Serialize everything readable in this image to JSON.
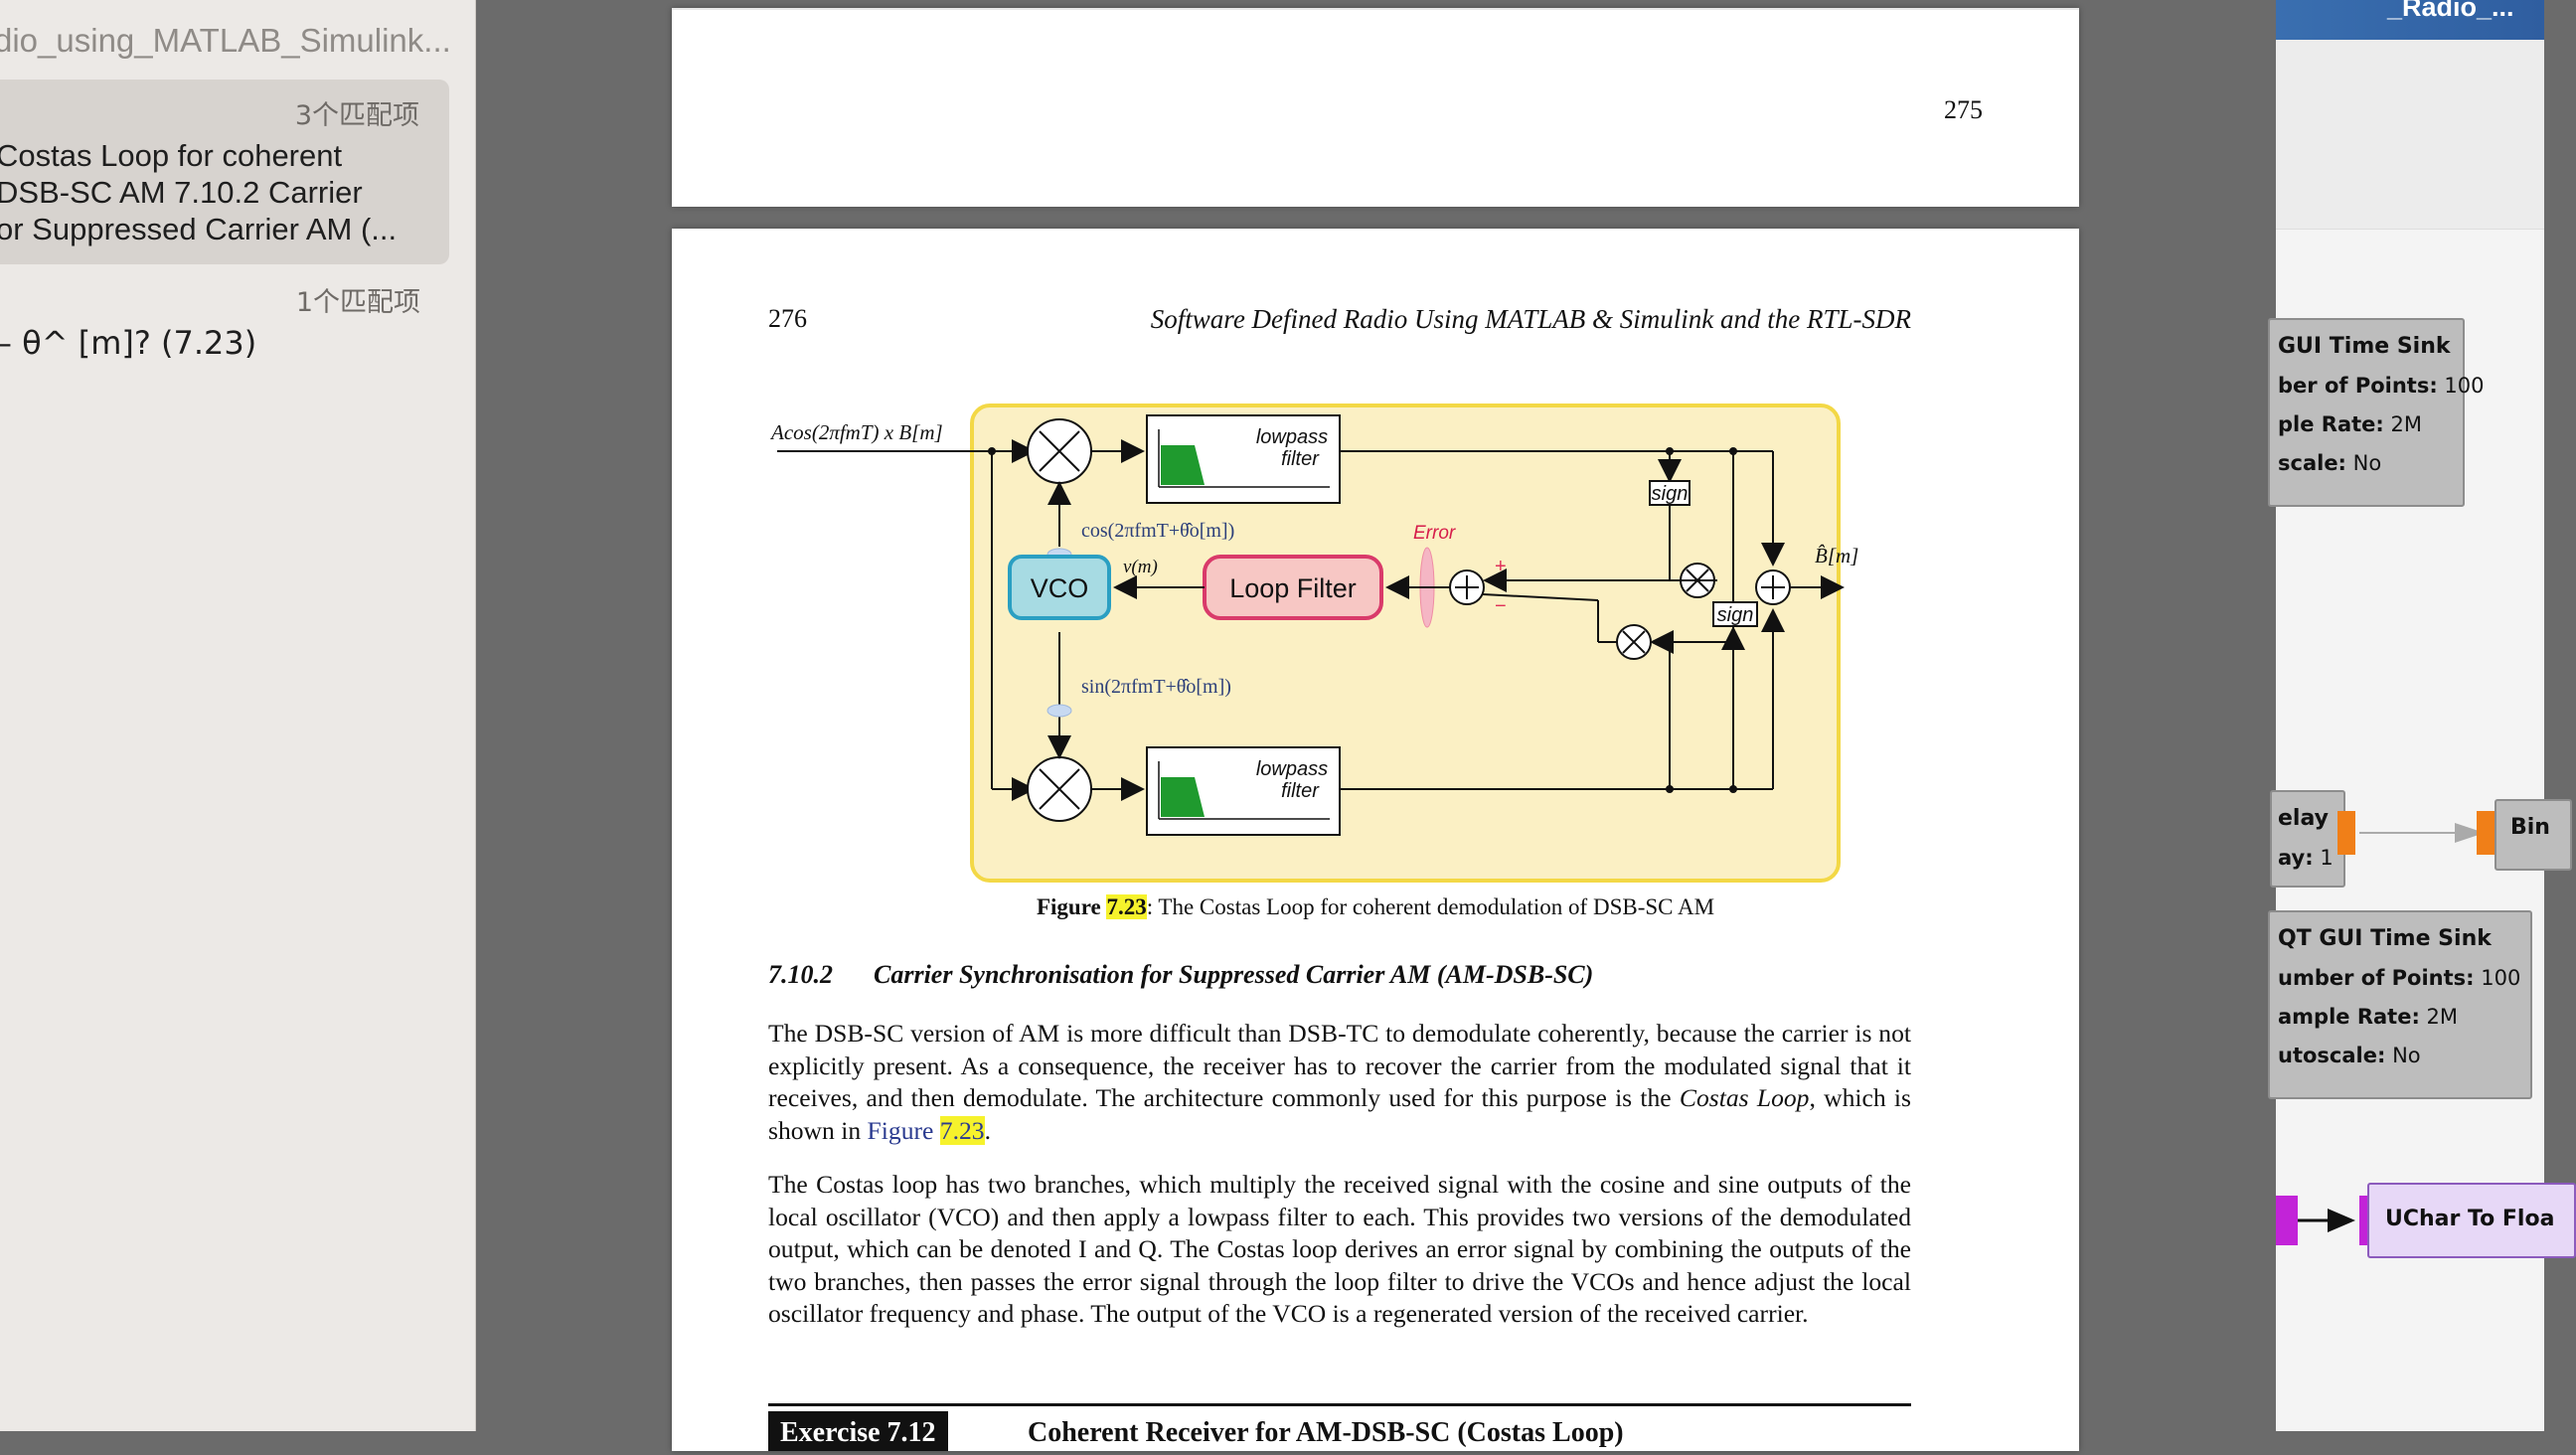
{
  "sidebar": {
    "title": "dio_using_MATLAB_Simulink...",
    "results": [
      {
        "count": "3个匹配项",
        "text": "Costas Loop for coherent\nDSB-SC AM 7.10.2 Carrier\nor Suppressed Carrier AM (..."
      },
      {
        "count": "1个匹配项",
        "text": "– θ^ [m]? (7.23)"
      }
    ]
  },
  "pdf": {
    "page1_number": "275",
    "page2_number": "276",
    "running_header": "Software Defined Radio Using MATLAB & Simulink and the RTL-SDR",
    "figure": {
      "input_label": "Acos(2πfmT) x B[m]",
      "output_label": "B̂[m]",
      "lowpass_label": "lowpass",
      "filter_label": "filter",
      "vco": "VCO",
      "loop_filter": "Loop Filter",
      "vm": "v(m)",
      "cos_label": "cos(2πfmT+θ̂o[m])",
      "sin_label": "sin(2πfmT+θ̂o[m])",
      "error": "Error",
      "sign": "sign",
      "plus": "+",
      "minus": "−"
    },
    "caption": {
      "prefix": "Figure ",
      "number": "7.23",
      "text": ": The Costas Loop for coherent demodulation of DSB-SC AM"
    },
    "section": {
      "number": "7.10.2",
      "title": "Carrier Synchronisation for Suppressed Carrier AM (AM-DSB-SC)"
    },
    "paragraph1": {
      "before": "The DSB-SC version of AM is more difficult than DSB-TC to demodulate coherently, because the carrier is not explicitly present. As a consequence, the receiver has to recover the carrier from the modulated signal that it receives, and then demodulate. The architecture commonly used for this purpose is the ",
      "italic": "Costas Loop",
      "middle": ", which is shown in ",
      "link": "Figure ",
      "link_num": "7.23",
      "end": "."
    },
    "paragraph2": "The Costas loop has two branches, which multiply the received signal with the cosine and sine outputs of the local oscillator (VCO) and then apply a lowpass filter to each. This provides two versions of the demodulated output, which can be denoted I and Q. The Costas loop derives an error signal by combining the outputs of the two branches, then passes the error signal through the loop filter to drive the VCOs and hence adjust the local oscillator frequency and phase. The output of the VCO is a regenerated version of the received carrier.",
    "exercise_label": "Exercise 7.12",
    "exercise_title": "Coherent Receiver for AM-DSB-SC (Costas Loop)"
  },
  "gnuradio": {
    "window_title": "_Radio_...",
    "block1": {
      "title": "GUI Time Sink",
      "rows": [
        [
          "ber of Points:",
          "100"
        ],
        [
          "ple Rate:",
          "2M"
        ],
        [
          "scale:",
          "No"
        ]
      ]
    },
    "block2": {
      "title": "elay",
      "rows": [
        [
          "ay:",
          "1"
        ]
      ]
    },
    "block3": {
      "title": "QT GUI Time Sink",
      "rows": [
        [
          "umber of Points:",
          "100"
        ],
        [
          "ample Rate:",
          "2M"
        ],
        [
          "utoscale:",
          "No"
        ]
      ]
    },
    "block4": {
      "title": "Bin"
    },
    "block5": {
      "title": "UChar To Floa"
    },
    "colors": {
      "port_orange": "#f07f18",
      "port_purple": "#c223d8",
      "block_gray": "#bdbdbd"
    }
  }
}
